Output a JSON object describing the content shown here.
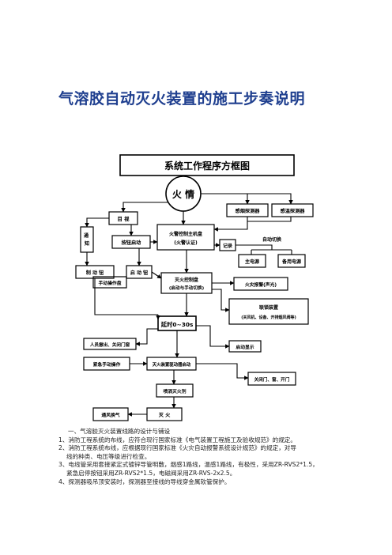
{
  "document": {
    "title": "气溶胶自动灭火装置的施工步奏说明",
    "diagram": {
      "heading": "系统工作程序方框图",
      "fire": "火 情",
      "smoke_detector": "感烟探测器",
      "heat_detector": "感温探测器",
      "visual": "目 视",
      "notify": "通 知",
      "emergency_start": "按钮启动",
      "disable": "制 动 钮",
      "start_button": "启 动 钮",
      "manual_op": "手动操作盘",
      "controller_l1": "火警控制主机盘",
      "controller_l2": "(火警认证)",
      "record": "记录",
      "auto_switch": "自动切换",
      "main_power": "主电源",
      "backup_power": "备用电源",
      "extinguish_ctrl_l1": "灭火控制盘",
      "extinguish_ctrl_l2": "(启动与手动切换)",
      "alarm_signal": "火灾报警(声光)",
      "linkage_l1": "联锁装置",
      "linkage_l2": "(关风机、设备、开排烟风阀等)",
      "delay": "延时0~30s",
      "evacuate": "人员撤出、关闭门窗",
      "start_indicator": "启动显示",
      "emergency_stop": "紧急手动操作",
      "extinguisher_start": "灭火装置驱动器启动",
      "close_door": "关闭门、窗、开门",
      "spray": "喷洒灭火剂",
      "ventilate": "通风换气",
      "extinguish": "灭 火"
    },
    "paragraphs": [
      "一、气溶胶灭火装置线路的设计与铺设",
      "1、消防工程系统的布线，应符合现行国家标准《电气装置工程施工及验收规范》的规定。",
      "2、消防工程系统布线，应根据现行国家标准《火灾自动报警系统设计规范》的规定，对导",
      "线的种类、电压等级进行检查。",
      "3、电线管采用套接紧定式镀锌导管明敷，烟感1路线，温感1路线，有极性，采用ZR-RVS2*1.5，",
      "紧急启停按钮采用ZR-RVS2*1.5，电磁阀采用ZR-RVS-2x2.5。",
      "4、探测器吸吊顶安装时，探测器至接线的导线穿金属软管保护。"
    ]
  }
}
